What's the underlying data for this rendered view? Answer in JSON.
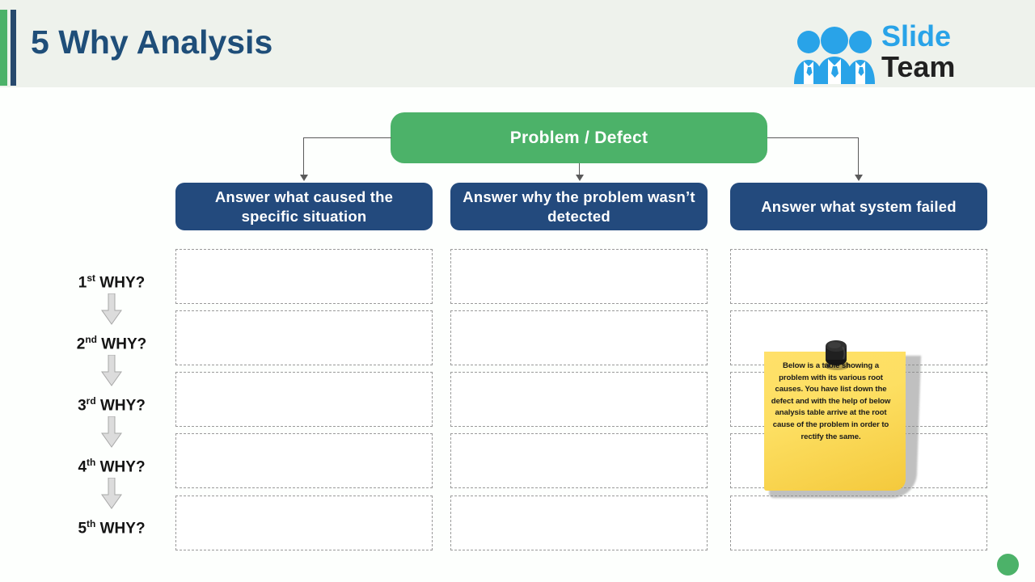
{
  "header": {
    "title": "5 Why Analysis",
    "accent_green": "#4cb269",
    "accent_navy": "#27496d",
    "background": "#eef2ec"
  },
  "logo": {
    "word_primary": "Slide",
    "word_secondary": "Team",
    "primary_color": "#29a3e8",
    "secondary_color": "#212121",
    "mark": "three-people-icon"
  },
  "diagram": {
    "root": {
      "label": "Problem / Defect",
      "color": "#4cb269",
      "text_color": "#ffffff"
    },
    "branch_color": "#234a7d",
    "branches": [
      {
        "label": "Answer what caused the specific situation"
      },
      {
        "label": "Answer why the problem wasn’t detected"
      },
      {
        "label": "Answer what system failed"
      }
    ],
    "rows": [
      {
        "ordinal": "1",
        "suffix": "st",
        "label": " WHY?"
      },
      {
        "ordinal": "2",
        "suffix": "nd",
        "label": " WHY?"
      },
      {
        "ordinal": "3",
        "suffix": "rd",
        "label": " WHY?"
      },
      {
        "ordinal": "4",
        "suffix": "th",
        "label": " WHY?"
      },
      {
        "ordinal": "5",
        "suffix": "th",
        "label": " WHY?"
      }
    ],
    "cells": [
      [
        "",
        "",
        ""
      ],
      [
        "",
        "",
        ""
      ],
      [
        "",
        "",
        ""
      ],
      [
        "",
        "",
        ""
      ],
      [
        "",
        "",
        ""
      ]
    ],
    "cell_border_color": "#9a9a9a"
  },
  "sticky_note": {
    "text": "Below is a table showing a problem with its various root causes. You have list down the defect and with the help of below analysis table arrive at the root cause of the problem in order to rectify the same.",
    "paper_color": "#ffe06a",
    "pin": "pushpin-icon"
  },
  "decoration": {
    "dot_color": "#4cb269"
  }
}
